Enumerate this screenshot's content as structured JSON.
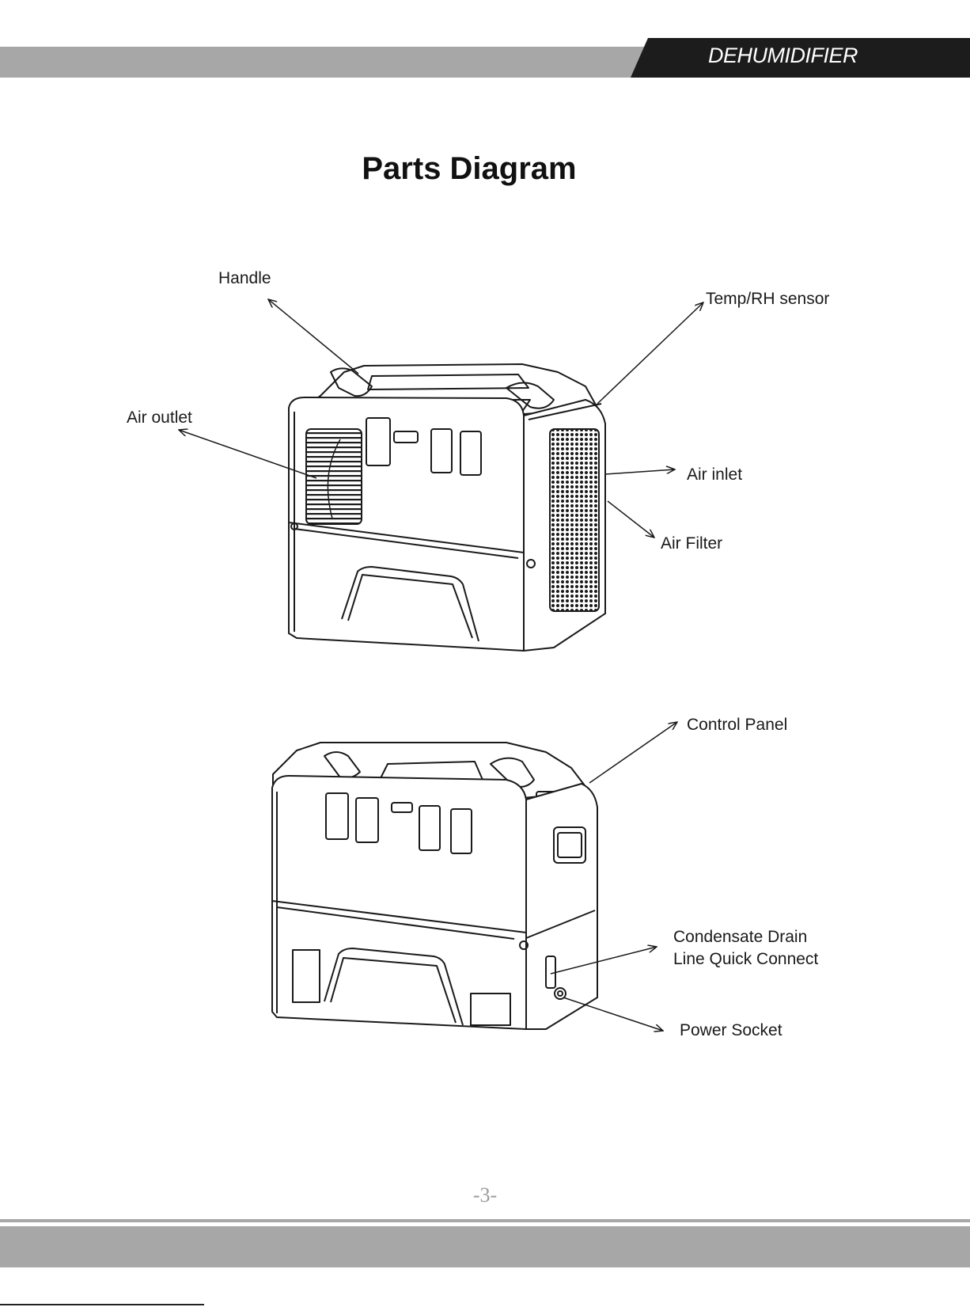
{
  "header": {
    "title": "DEHUMIDIFIER"
  },
  "page_title": "Parts Diagram",
  "figure_top": {
    "labels": {
      "handle": "Handle",
      "temp_rh_sensor": "Temp/RH sensor",
      "air_outlet": "Air outlet",
      "air_inlet": "Air inlet",
      "air_filter": "Air Filter"
    }
  },
  "figure_bottom": {
    "labels": {
      "control_panel": "Control Panel",
      "condensate_drain_line1": "Condensate Drain",
      "condensate_drain_line2": "Line Quick Connect",
      "power_socket": "Power Socket"
    }
  },
  "footer": {
    "page_number": "-3-"
  }
}
